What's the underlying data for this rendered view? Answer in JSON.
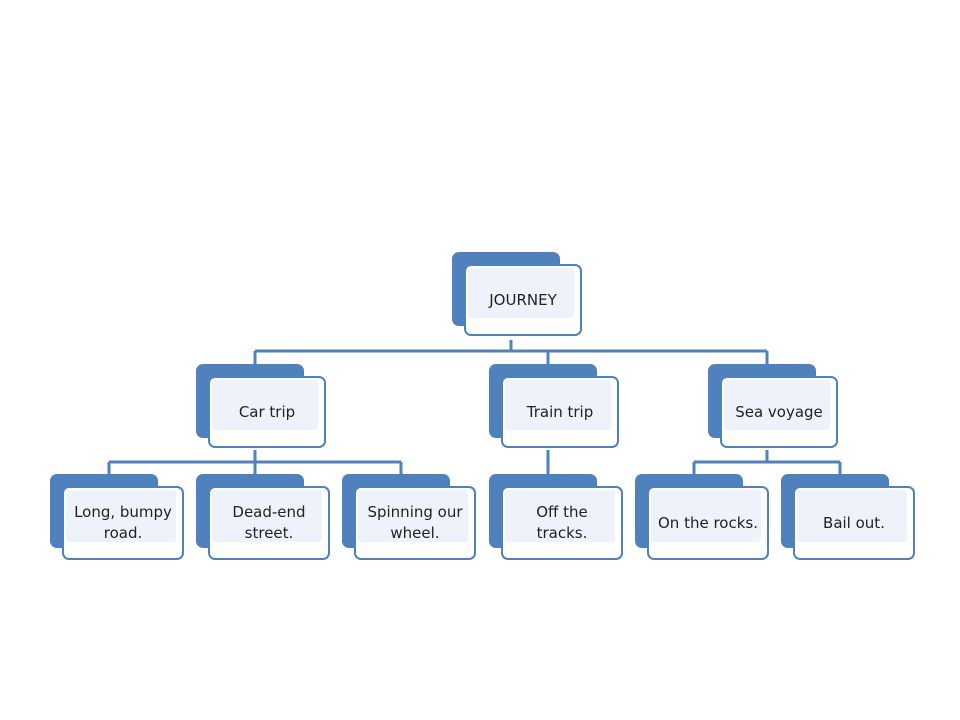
{
  "diagram": {
    "root": "JOURNEY",
    "branches": [
      {
        "label": "Car trip",
        "children": [
          "Long, bumpy road.",
          "Dead-end street.",
          "Spinning our wheel."
        ]
      },
      {
        "label": "Train trip",
        "children": [
          "Off the tracks."
        ]
      },
      {
        "label": "Sea voyage",
        "children": [
          "On the rocks.",
          "Bail out."
        ]
      }
    ]
  },
  "colors": {
    "accent": "#4f81bd",
    "connector": "#4f81bd",
    "box_fill": "#ffffff",
    "text": "#222222"
  }
}
